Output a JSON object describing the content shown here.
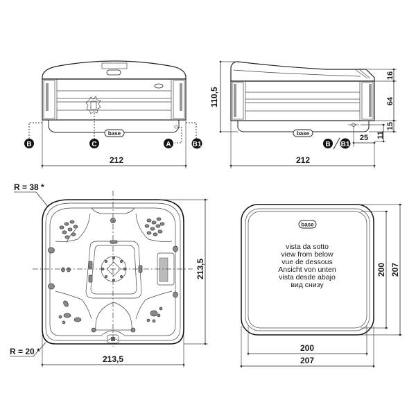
{
  "front_view": {
    "width_dim": "212",
    "base_label": "base",
    "markers": [
      "B",
      "C",
      "A",
      "B1"
    ]
  },
  "side_view": {
    "height_dim": "110,5",
    "width_dim": "212",
    "base_label": "base",
    "right_dims": [
      "16",
      "64",
      "15"
    ],
    "bottom_dims": [
      "25",
      "11"
    ],
    "marker_pair": [
      "B",
      "B1"
    ]
  },
  "top_view": {
    "radius_top": "R = 38 *",
    "radius_bottom": "R = 20 *",
    "width_dim": "213,5",
    "height_dim": "213,5"
  },
  "bottom_view": {
    "base_label": "base",
    "caption_lines": [
      "vista da sotto",
      "view from below",
      "vue de dessous",
      "Ansicht von unten",
      "vista desde abajo",
      "вид снизу"
    ],
    "inner_width": "200",
    "outer_width": "207",
    "inner_height": "200",
    "outer_height": "207"
  }
}
